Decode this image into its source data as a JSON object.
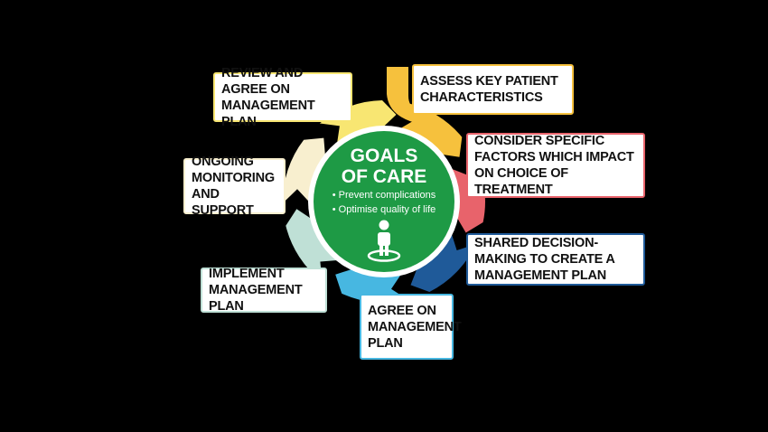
{
  "center": {
    "title_line1": "GOALS",
    "title_line2": "OF CARE",
    "bullets": [
      "• Prevent complications",
      "• Optimise quality of life"
    ],
    "icon": "person-target-icon",
    "color": "#1e9a45"
  },
  "steps": [
    {
      "id": "assess",
      "label": "ASSESS KEY PATIENT CHARACTERISTICS",
      "color": "#f6c13d"
    },
    {
      "id": "consider",
      "label": "CONSIDER SPECIFIC FACTORS WHICH IMPACT ON CHOICE OF TREATMENT",
      "color": "#e8636b"
    },
    {
      "id": "shared",
      "label": "SHARED DECISION-MAKING TO CREATE A MANAGEMENT PLAN",
      "color": "#1f5a99"
    },
    {
      "id": "agree",
      "label": "AGREE ON MANAGEMENT PLAN",
      "color": "#47b7e1"
    },
    {
      "id": "implement",
      "label": "IMPLEMENT MANAGEMENT PLAN",
      "color": "#bfe0d6"
    },
    {
      "id": "monitor",
      "label": "ONGOING MONITORING AND SUPPORT",
      "color": "#f8efcf"
    },
    {
      "id": "review",
      "label": "REVIEW AND AGREE ON MANAGEMENT PLAN",
      "color": "#f8e672"
    }
  ]
}
